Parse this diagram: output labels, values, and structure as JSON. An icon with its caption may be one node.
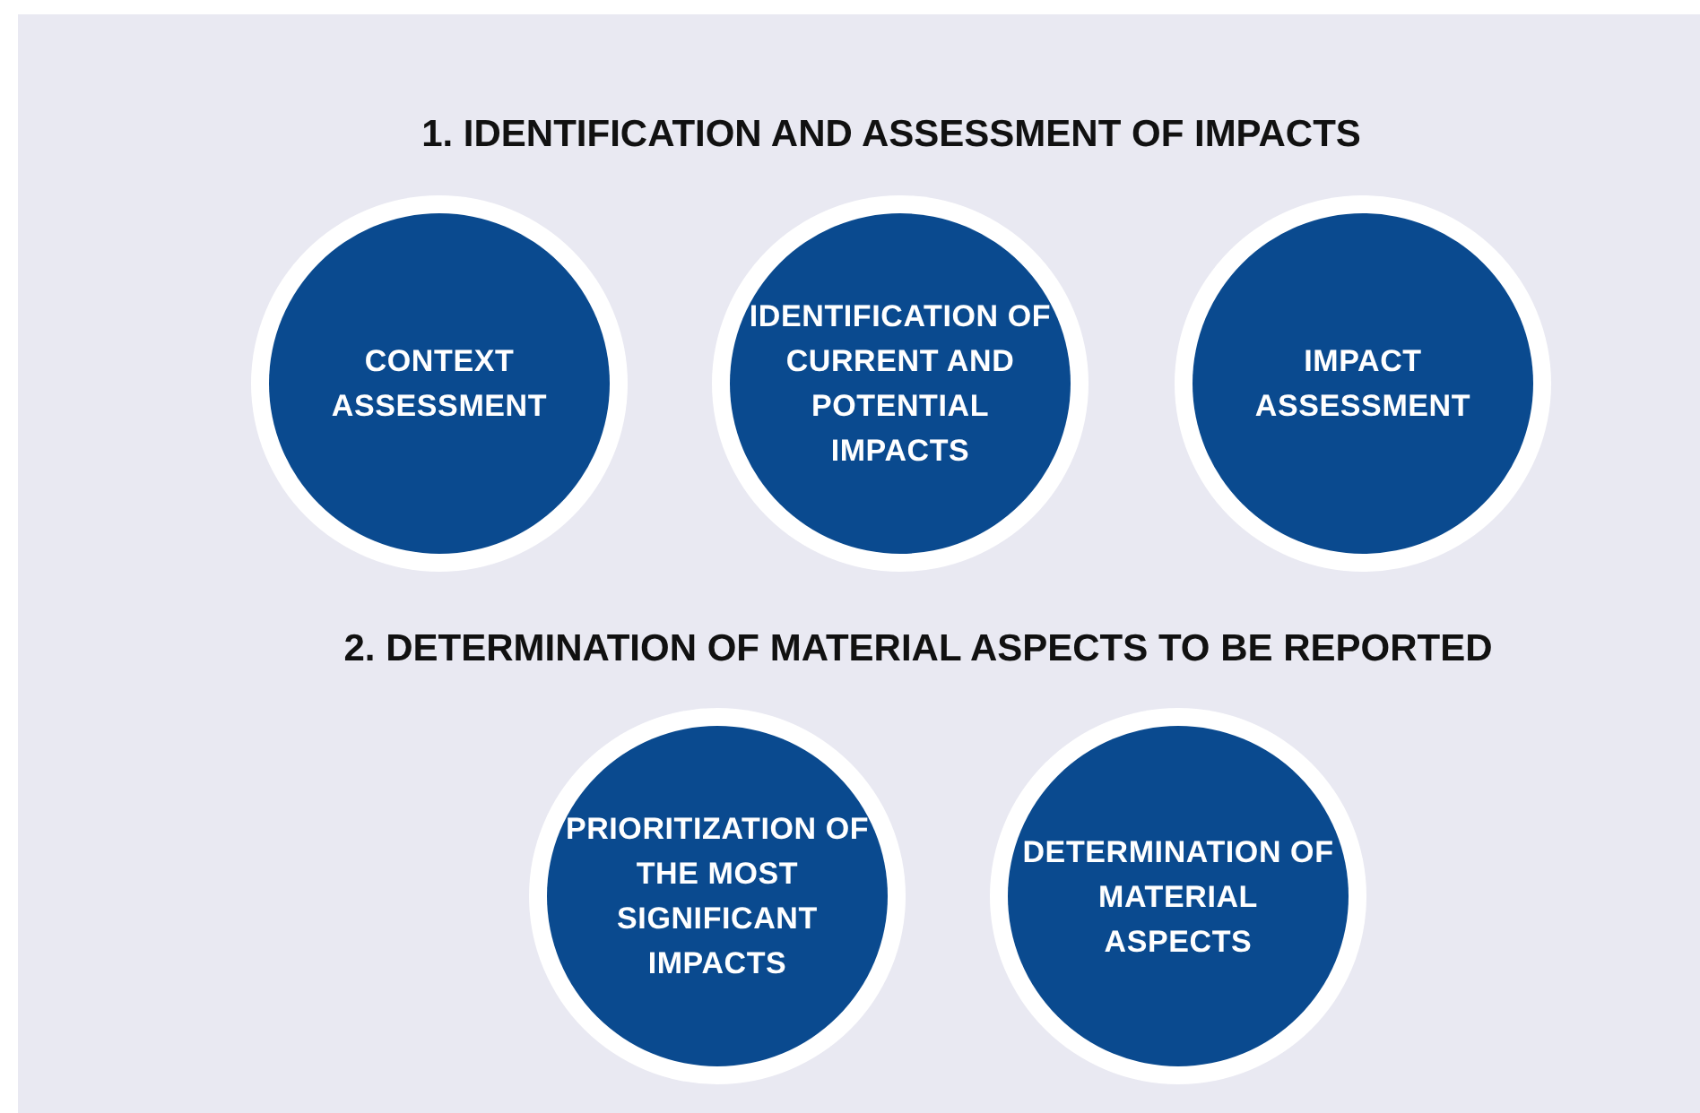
{
  "diagram": {
    "nodes": [
      {
        "text": [
          "CONTEXT ASSESSMENT"
        ]
      },
      {
        "text": [
          "IDENTIFICATION OF CURRENT AND POTENTIAL IMPACTS"
        ]
      },
      {
        "text": [
          "IMPACT ASSESSMENT"
        ]
      },
      {
        "text": [
          "PRIORITIZATION OF THE MOST SIGNIFICANT IMPACTS"
        ]
      },
      {
        "text": [
          "DETERMINATION OF MATERIAL ASPECTS"
        ]
      }
    ],
    "labels": [
      "1. IDENTIFICATION AND ASSESSMENT OF IMPACTS",
      "2. DETERMINATION OF MATERIAL ASPECTS TO BE REPORTED"
    ]
  }
}
